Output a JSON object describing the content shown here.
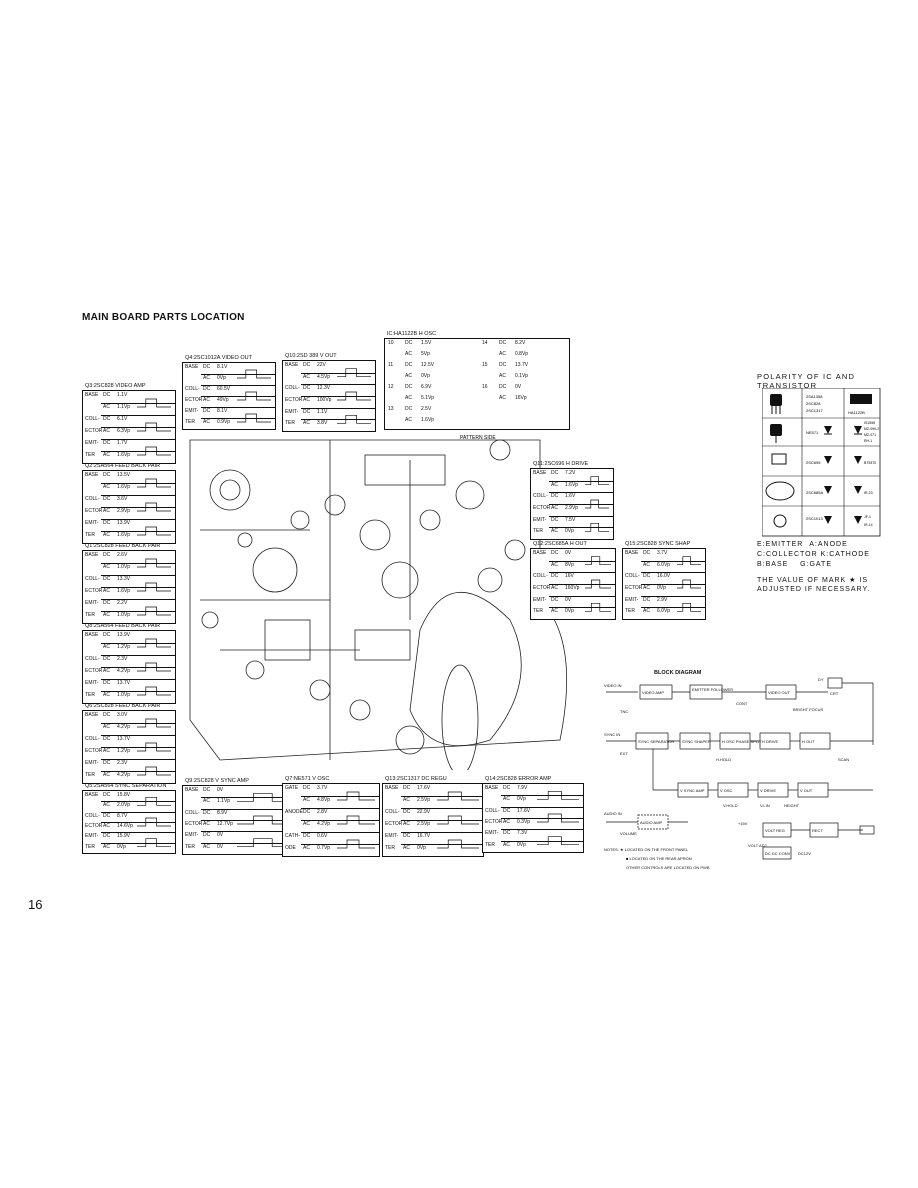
{
  "page": {
    "title": "MAIN BOARD PARTS LOCATION",
    "page_number": "16",
    "pattern_side": "PATTERN SIDE"
  },
  "polarity": {
    "heading": "POLARITY OF IC AND TRANSISTOR",
    "devices": [
      "2SA1358",
      "2SC828",
      "2SC1317",
      "HA1122B",
      "NE571",
      "IS1555",
      "MZ-090-2",
      "MZ-071",
      "RH-1",
      "2SC695",
      "BT5370",
      "2SC685A",
      "IR-23",
      "2SC1013",
      "JF-1",
      "IR-14"
    ],
    "key": [
      "E:EMITTER",
      "A:ANODE",
      "C:COLLECTOR",
      "K:CATHODE",
      "B:BASE",
      "G:GATE"
    ],
    "note": "THE VALUE OF MARK ★ IS ADJUSTED IF NECESSARY."
  },
  "tables": [
    {
      "id": "q3",
      "title": "Q3:2SC828 VIDEO AMP",
      "rows": [
        [
          "BASE",
          "DC",
          "1.1V"
        ],
        [
          "",
          "AC",
          "1.1Vp"
        ],
        [
          "COLL-",
          "DC",
          "6.1V"
        ],
        [
          "ECTOR",
          "AC",
          "6.3Vp"
        ],
        [
          "EMIT-",
          "DC",
          "1.7V"
        ],
        [
          "TER",
          "AC",
          "1.6Vp"
        ]
      ]
    },
    {
      "id": "q2",
      "title": "Q2:2SA564 FEED BACK PAIR",
      "rows": [
        [
          "BASE",
          "DC",
          "13.5V"
        ],
        [
          "",
          "AC",
          "1.6Vp"
        ],
        [
          "COLL-",
          "DC",
          "3.6V"
        ],
        [
          "ECTOR",
          "AC",
          "2.9Vp"
        ],
        [
          "EMIT-",
          "DC",
          "13.9V"
        ],
        [
          "TER",
          "AC",
          "1.6Vp"
        ]
      ]
    },
    {
      "id": "q1",
      "title": "Q1:2SC828 FEED BACK PAIR",
      "rows": [
        [
          "BASE",
          "DC",
          "2.6V"
        ],
        [
          "",
          "AC",
          "1.0Vp"
        ],
        [
          "COLL-",
          "DC",
          "13.3V"
        ],
        [
          "ECTOR",
          "AC",
          "1.6Vp"
        ],
        [
          "EMIT-",
          "DC",
          "2.2V"
        ],
        [
          "TER",
          "AC",
          "1.0Vp"
        ]
      ]
    },
    {
      "id": "q8",
      "title": "Q8:2SA564 FEED BACK PAIR",
      "rows": [
        [
          "BASE",
          "DC",
          "13.9V"
        ],
        [
          "",
          "AC",
          "1.2Vp"
        ],
        [
          "COLL-",
          "DC",
          "2.3V"
        ],
        [
          "ECTOR",
          "AC",
          "4.2Vp"
        ],
        [
          "EMIT-",
          "DC",
          "13.7V"
        ],
        [
          "TER",
          "AC",
          "1.0Vp"
        ]
      ]
    },
    {
      "id": "q6",
      "title": "Q6:2SC828 FEED BACK PAIR",
      "rows": [
        [
          "BASE",
          "DC",
          "3.0V"
        ],
        [
          "",
          "AC",
          "4.2Vp"
        ],
        [
          "COLL-",
          "DC",
          "13.7V"
        ],
        [
          "ECTOR",
          "AC",
          "1.2Vp"
        ],
        [
          "EMIT-",
          "DC",
          "2.3V"
        ],
        [
          "TER",
          "AC",
          "4.2Vp"
        ]
      ]
    },
    {
      "id": "q5",
      "title": "Q5:2SA564 SYNC SEPARATION",
      "rows": [
        [
          "BASE",
          "DC",
          "15.8V"
        ],
        [
          "",
          "AC",
          "2.0Vp"
        ],
        [
          "COLL-",
          "DC",
          "8.7V"
        ],
        [
          "ECTOR",
          "AC",
          "14.6Vp"
        ],
        [
          "EMIT-",
          "DC",
          "15.9V"
        ],
        [
          "TER",
          "AC",
          "0Vp"
        ]
      ]
    },
    {
      "id": "q4",
      "title": "Q4:2SC1012A VIDEO OUT",
      "rows": [
        [
          "BASE",
          "DC",
          "8.1V"
        ],
        [
          "",
          "AC",
          "0Vp"
        ],
        [
          "COLL-",
          "DC",
          "60.5V"
        ],
        [
          "ECTOR",
          "AC",
          "49Vp"
        ],
        [
          "EMIT-",
          "DC",
          "8.1V"
        ],
        [
          "TER",
          "AC",
          "0.9Vp"
        ]
      ]
    },
    {
      "id": "q10",
      "title": "Q10:2SD 389 V OUT",
      "rows": [
        [
          "BASE",
          "DC",
          "22V"
        ],
        [
          "",
          "AC",
          "4.5Vp"
        ],
        [
          "COLL-",
          "DC",
          "12.3V"
        ],
        [
          "ECTOR",
          "AC",
          "100Vp"
        ],
        [
          "EMIT-",
          "DC",
          "1.1V"
        ],
        [
          "TER",
          "AC",
          "3.8V"
        ]
      ]
    },
    {
      "id": "q9",
      "title": "Q9:2SC828 V SYNC AMP",
      "rows": [
        [
          "BASE",
          "DC",
          "0V"
        ],
        [
          "",
          "AC",
          "1.1Vp"
        ],
        [
          "COLL-",
          "DC",
          "8.9V"
        ],
        [
          "ECTOR",
          "AC",
          "12.7Vp"
        ],
        [
          "EMIT-",
          "DC",
          "0V"
        ],
        [
          "TER",
          "AC",
          "0V"
        ]
      ]
    },
    {
      "id": "q7",
      "title": "Q7:NE571 V OSC",
      "rows": [
        [
          "GATE",
          "DC",
          "3.7V"
        ],
        [
          "",
          "AC",
          "4.8Vp"
        ],
        [
          "ANODE",
          "DC",
          "2.8V"
        ],
        [
          "",
          "AC",
          "4.2Vp"
        ],
        [
          "CATH-",
          "DC",
          "0.6V"
        ],
        [
          "ODE",
          "AC",
          "0.7Vp"
        ]
      ]
    },
    {
      "id": "q13",
      "title": "Q13:2SC1317 DC REGU",
      "rows": [
        [
          "BASE",
          "DC",
          "17.6V"
        ],
        [
          "",
          "AC",
          "2.5Vp"
        ],
        [
          "COLL-",
          "DC",
          "22.9V"
        ],
        [
          "ECTOR",
          "AC",
          "2.5Vp"
        ],
        [
          "EMIT-",
          "DC",
          "16.7V"
        ],
        [
          "TER",
          "AC",
          "0Vp"
        ]
      ]
    },
    {
      "id": "q14",
      "title": "Q14:2SC828 ERROR AMP",
      "rows": [
        [
          "BASE",
          "DC",
          "7.9V"
        ],
        [
          "",
          "AC",
          "0Vp"
        ],
        [
          "COLL-",
          "DC",
          "17.6V"
        ],
        [
          "ECTOR",
          "AC",
          "0.3Vp"
        ],
        [
          "EMIT-",
          "DC",
          "7.3V"
        ],
        [
          "TER",
          "AC",
          "0Vp"
        ]
      ]
    },
    {
      "id": "q11",
      "title": "Q11:2SC696 H DRIVE",
      "rows": [
        [
          "BASE",
          "DC",
          "7.2V"
        ],
        [
          "",
          "AC",
          "1.6Vp"
        ],
        [
          "COLL-",
          "DC",
          "1.6V"
        ],
        [
          "ECTOR",
          "AC",
          "2.9Vp"
        ],
        [
          "EMIT-",
          "DC",
          "7.5V"
        ],
        [
          "TER",
          "AC",
          "0Vp"
        ]
      ]
    },
    {
      "id": "q12",
      "title": "Q12:2SC685A H OUT",
      "rows": [
        [
          "BASE",
          "DC",
          "0V"
        ],
        [
          "",
          "AC",
          "8Vp"
        ],
        [
          "COLL-",
          "DC",
          "16V"
        ],
        [
          "ECTOR",
          "AC",
          "160Vp"
        ],
        [
          "EMIT-",
          "DC",
          "0V"
        ],
        [
          "TER",
          "AC",
          "0Vp"
        ]
      ]
    },
    {
      "id": "q15",
      "title": "Q15:2SC828 SYNC SHAP",
      "rows": [
        [
          "BASE",
          "DC",
          "3.7V"
        ],
        [
          "",
          "AC",
          "6.0Vp"
        ],
        [
          "COLL-",
          "DC",
          "16.0V"
        ],
        [
          "ECTOR",
          "AC",
          "0Vp"
        ],
        [
          "EMIT-",
          "DC",
          "2.9V"
        ],
        [
          "TER",
          "AC",
          "6.0Vp"
        ]
      ]
    }
  ],
  "ic_table": {
    "title": "IC:HA1122B H OSC",
    "rows": [
      [
        "10",
        "DC",
        "1.5V"
      ],
      [
        "",
        "AC",
        "5Vp"
      ],
      [
        "11",
        "DC",
        "12.5V"
      ],
      [
        "",
        "AC",
        "0Vp"
      ],
      [
        "12",
        "DC",
        "6.9V"
      ],
      [
        "",
        "AC",
        "5.1Vp"
      ],
      [
        "13",
        "DC",
        "2.5V"
      ],
      [
        "",
        "AC",
        "1.6Vp"
      ],
      [
        "14",
        "DC",
        "8.2V"
      ],
      [
        "",
        "AC",
        "0.8Vp"
      ],
      [
        "15",
        "DC",
        "13.7V"
      ],
      [
        "",
        "AC",
        "0.1Vp"
      ],
      [
        "16",
        "DC",
        "0V"
      ],
      [
        "",
        "AC",
        "16Vp"
      ]
    ]
  },
  "block_diagram": {
    "title": "BLOCK DIAGRAM",
    "blocks": [
      "VIDEO AMP",
      "EMITTER FOLLOWER",
      "VIDEO OUT",
      "CRT",
      "SYNC SEPARATOR",
      "SYNC SHAPER",
      "H OSC PHASE SPLIT",
      "H DRIVE",
      "H OUT",
      "V SYNC AMP",
      "V OSC",
      "V DRIVE",
      "V OUT",
      "AUDIO AMP",
      "VOLT REG",
      "RECT",
      "DC DC CONV"
    ],
    "labels": [
      "VIDEO IN",
      "SYNC IN",
      "AUDIO IN",
      "CONT",
      "BRIGHT FOCUS",
      "DY",
      "H.HOLD",
      "V.HOLD",
      "V.LIN",
      "HEIGHT",
      "VOLUME",
      "VOLT ADJ",
      "EXT",
      "TNC",
      "+15V",
      "DC12V",
      "SCAN"
    ],
    "notes": [
      "NOTES:  ★ LOCATED ON THE FRONT PANEL",
      "■ LOCATED ON THE REAR APRON",
      "OTHER CONTROLS ARE LOCATED ON PWB"
    ]
  }
}
